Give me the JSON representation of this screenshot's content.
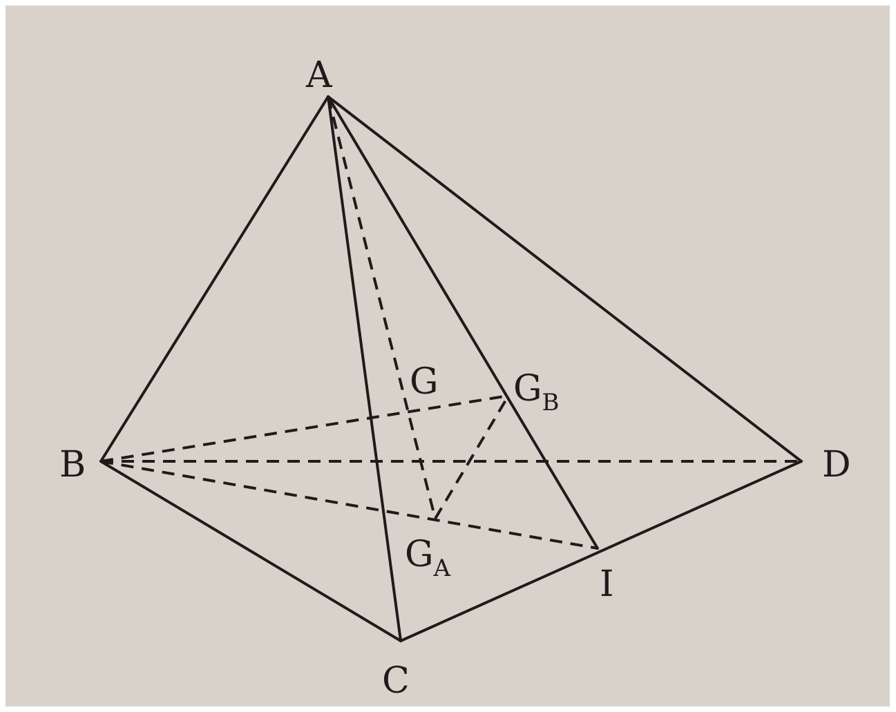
{
  "colors": {
    "paper": "#d9d2cb",
    "ink": "#1e1b1a"
  },
  "points": {
    "A": {
      "label": "A"
    },
    "B": {
      "label": "B"
    },
    "C": {
      "label": "C"
    },
    "D": {
      "label": "D"
    },
    "I": {
      "label": "I"
    },
    "G": {
      "label": "G"
    },
    "GA": {
      "label": "G",
      "sub": "A"
    },
    "GB": {
      "label": "G",
      "sub": "B"
    }
  },
  "segments": {
    "solid": [
      [
        "A",
        "B"
      ],
      [
        "A",
        "C"
      ],
      [
        "A",
        "D"
      ],
      [
        "A",
        "I"
      ],
      [
        "B",
        "C"
      ],
      [
        "C",
        "D"
      ]
    ],
    "dashed": [
      [
        "B",
        "D"
      ],
      [
        "B",
        "I"
      ],
      [
        "B",
        "GB"
      ],
      [
        "A",
        "GA"
      ],
      [
        "GA",
        "GB"
      ]
    ]
  }
}
